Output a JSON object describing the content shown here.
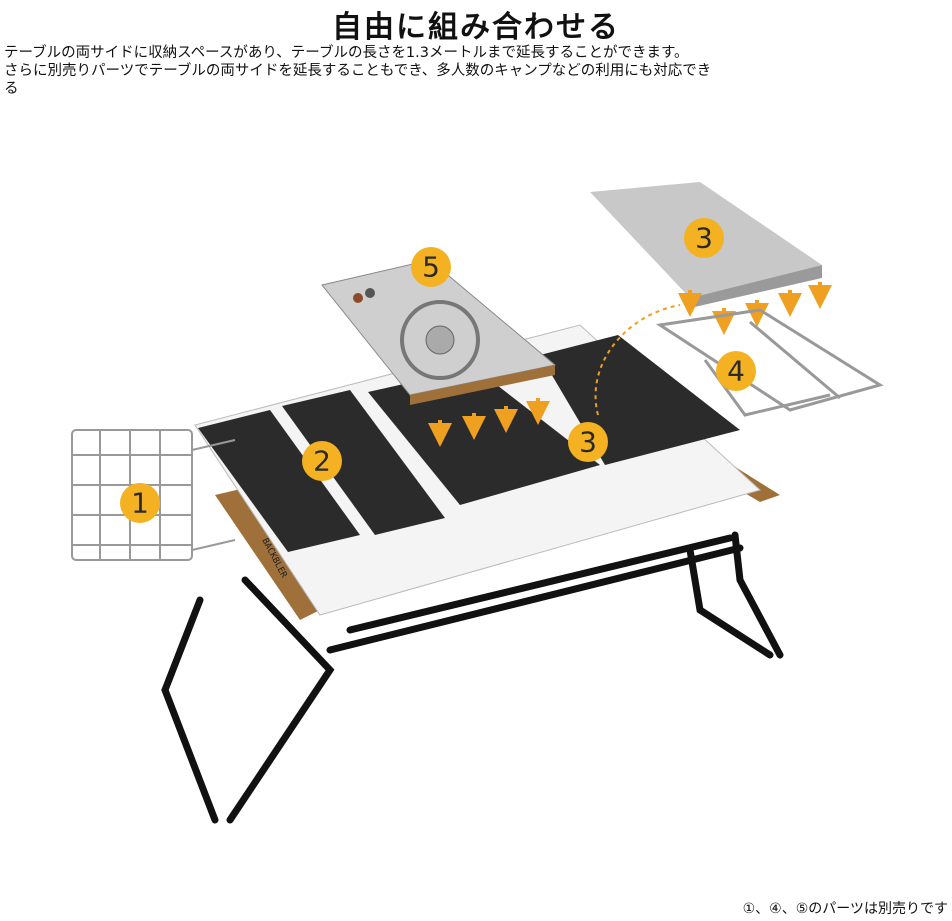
{
  "title": "自由に組み合わせる",
  "description": [
    "テーブルの両サイドに収納スペースがあり、テーブルの長さを1.3メートルまで延長することができます。",
    "さらに別売りパーツでテーブルの両サイドを延長することもでき、多人数のキャンプなどの利用にも対応でき",
    "る"
  ],
  "parts": [
    {
      "number": "1",
      "icon": "wire-basket"
    },
    {
      "number": "2",
      "icon": "table-panel"
    },
    {
      "number": "3",
      "icon": "table-panel"
    },
    {
      "number": "3",
      "icon": "extension-plate"
    },
    {
      "number": "4",
      "icon": "extension-frame"
    },
    {
      "number": "5",
      "icon": "stove-unit"
    }
  ],
  "brand_mark": "BACKBLER",
  "footnote": "①、④、⑤のパーツは別売りです",
  "colors": {
    "badge": "#f4b223",
    "panel": "#2b2b2b",
    "wood": "#a0703a",
    "metal": "#c9c9c9",
    "frame": "#111111",
    "arrow": "#f0a020"
  }
}
